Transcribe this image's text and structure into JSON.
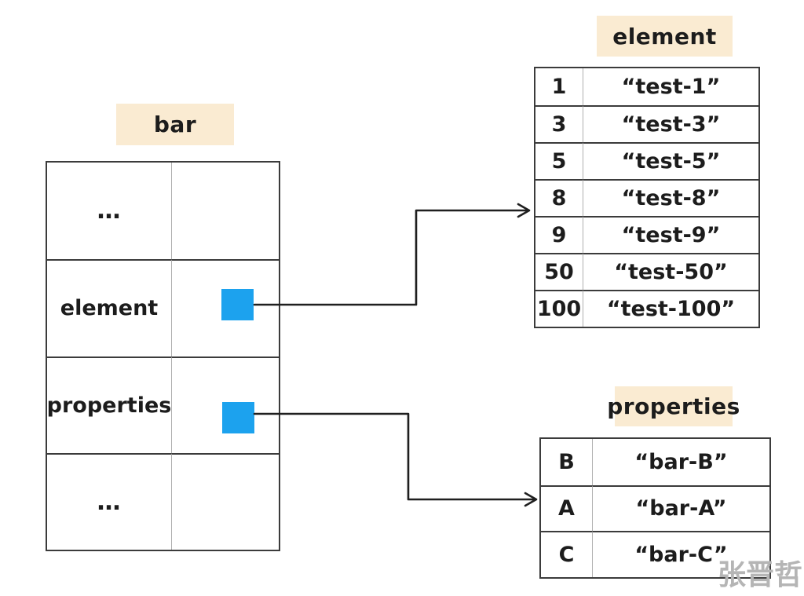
{
  "colors": {
    "label_background": "#faebd2",
    "pointer_blue": "#1ca2ee",
    "table_border": "#3b3b3b",
    "column_divider": "#b0b0b0",
    "arrow": "#1f1f1f",
    "watermark_gray": "#b5b5b5"
  },
  "bar_table": {
    "title": "bar",
    "rows": [
      {
        "field": "…",
        "has_pointer": false
      },
      {
        "field": "element",
        "has_pointer": true
      },
      {
        "field": "properties",
        "has_pointer": true
      },
      {
        "field": "…",
        "has_pointer": false
      }
    ]
  },
  "element_table": {
    "title": "element",
    "rows": [
      {
        "key": "1",
        "value": "“test-1”"
      },
      {
        "key": "3",
        "value": "“test-3”"
      },
      {
        "key": "5",
        "value": "“test-5”"
      },
      {
        "key": "8",
        "value": "“test-8”"
      },
      {
        "key": "9",
        "value": "“test-9”"
      },
      {
        "key": "50",
        "value": "“test-50”"
      },
      {
        "key": "100",
        "value": "“test-100”"
      }
    ]
  },
  "properties_table": {
    "title": "properties",
    "rows": [
      {
        "key": "B",
        "value": "“bar-B”"
      },
      {
        "key": "A",
        "value": "“bar-A”"
      },
      {
        "key": "C",
        "value": "“bar-C”"
      }
    ]
  },
  "watermark": "张晋哲"
}
